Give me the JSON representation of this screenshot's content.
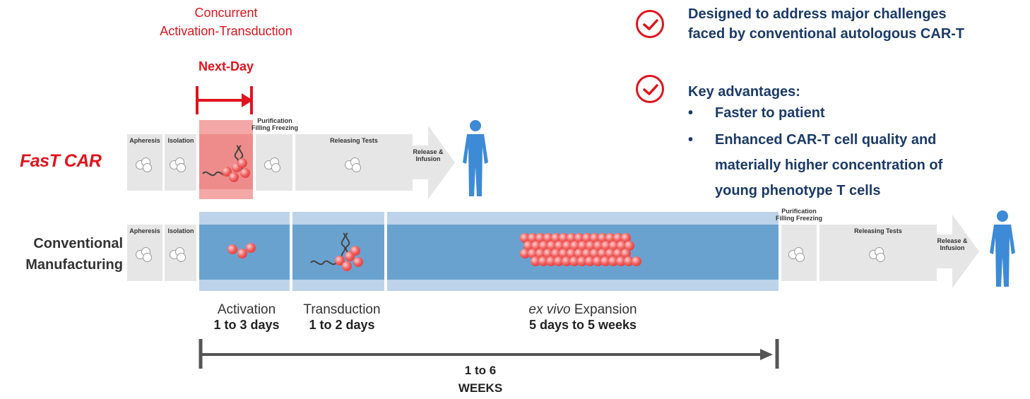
{
  "fastcar": {
    "concurrent": "Concurrent",
    "activation_transduction": "Activation-Transduction",
    "next_day": "Next-Day",
    "logo": "FasT CAR",
    "steps": [
      "Apheresis",
      "Isolation",
      "Purification Filling Freezing",
      "Releasing Tests",
      "Release & Infusion"
    ]
  },
  "conventional": {
    "label_line1": "Conventional",
    "label_line2": "Manufacturing",
    "steps": [
      "Apheresis",
      "Isolation",
      "Purification Filling Freezing",
      "Releasing Tests",
      "Release & Infusion"
    ]
  },
  "phases": [
    {
      "name": "Activation",
      "duration": "1 to 3 days"
    },
    {
      "name": "Transduction",
      "duration": "1 to 2 days"
    },
    {
      "name_italic": "ex vivo",
      "name_rest": " Expansion",
      "duration": "5 days to 5 weeks"
    }
  ],
  "total": {
    "line1": "1 to 6",
    "line2": "WEEKS"
  },
  "benefits": {
    "item1": [
      "Designed to address major challenges",
      "faced by conventional autologous CAR-T"
    ],
    "item2_title": "Key advantages:",
    "bullets": [
      "Faster to patient",
      "Enhanced CAR-T cell quality and",
      "materially higher concentration of",
      "young phenotype T cells"
    ]
  },
  "colors": {
    "red": "#e0141e",
    "navy": "#1b3a68",
    "blue": "#6aa2cf",
    "light_blue": "#bcd3ea",
    "gray": "#e6e6e6"
  }
}
